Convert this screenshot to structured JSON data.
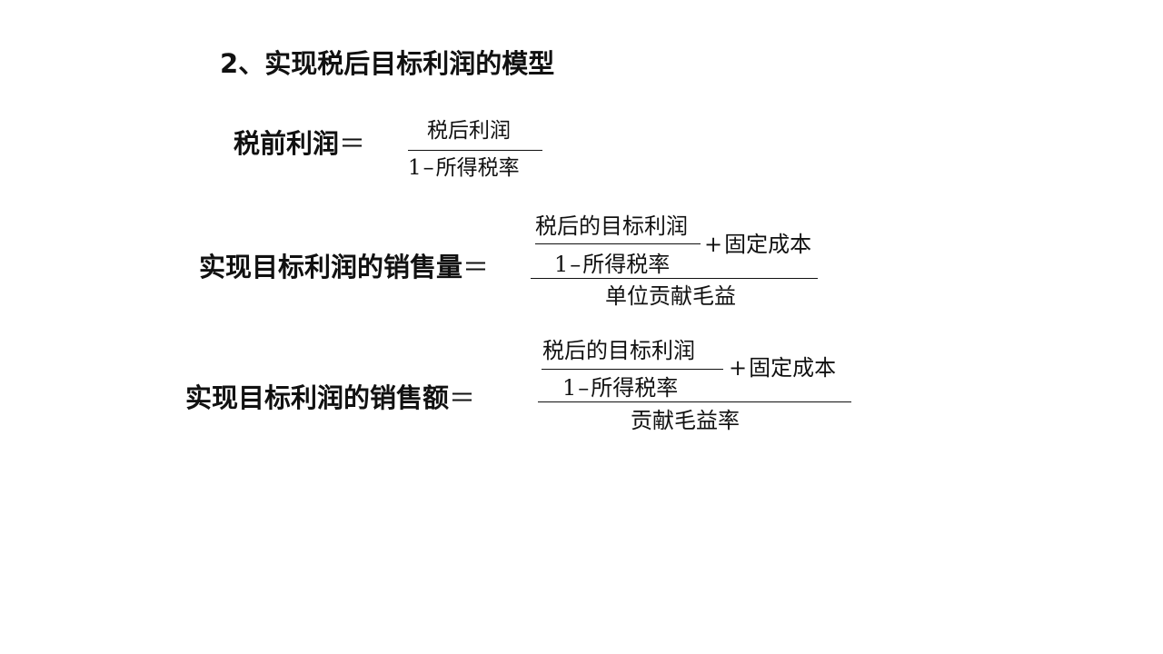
{
  "title": {
    "number": "2",
    "text": "、实现税后目标利润的模型"
  },
  "formula1": {
    "lhs": "税前利润",
    "eq": "＝",
    "numerator": "税后利润",
    "one": "1",
    "minus": "–",
    "denominator_term": "所得税率"
  },
  "formula2": {
    "lhs": "实现目标利润的销售量",
    "eq": "＝",
    "inner_numerator": "税后的目标利润",
    "one": "1",
    "minus": "–",
    "inner_denominator_term": "所得税率",
    "plus": "+",
    "fixed_cost": "固定成本",
    "denominator": "单位贡献毛益"
  },
  "formula3": {
    "lhs": "实现目标利润的销售额",
    "eq": "＝",
    "inner_numerator": "税后的目标利润",
    "one": "1",
    "minus": "–",
    "inner_denominator_term": "所得税率",
    "plus": "+",
    "fixed_cost": "固定成本",
    "denominator": "贡献毛益率"
  }
}
